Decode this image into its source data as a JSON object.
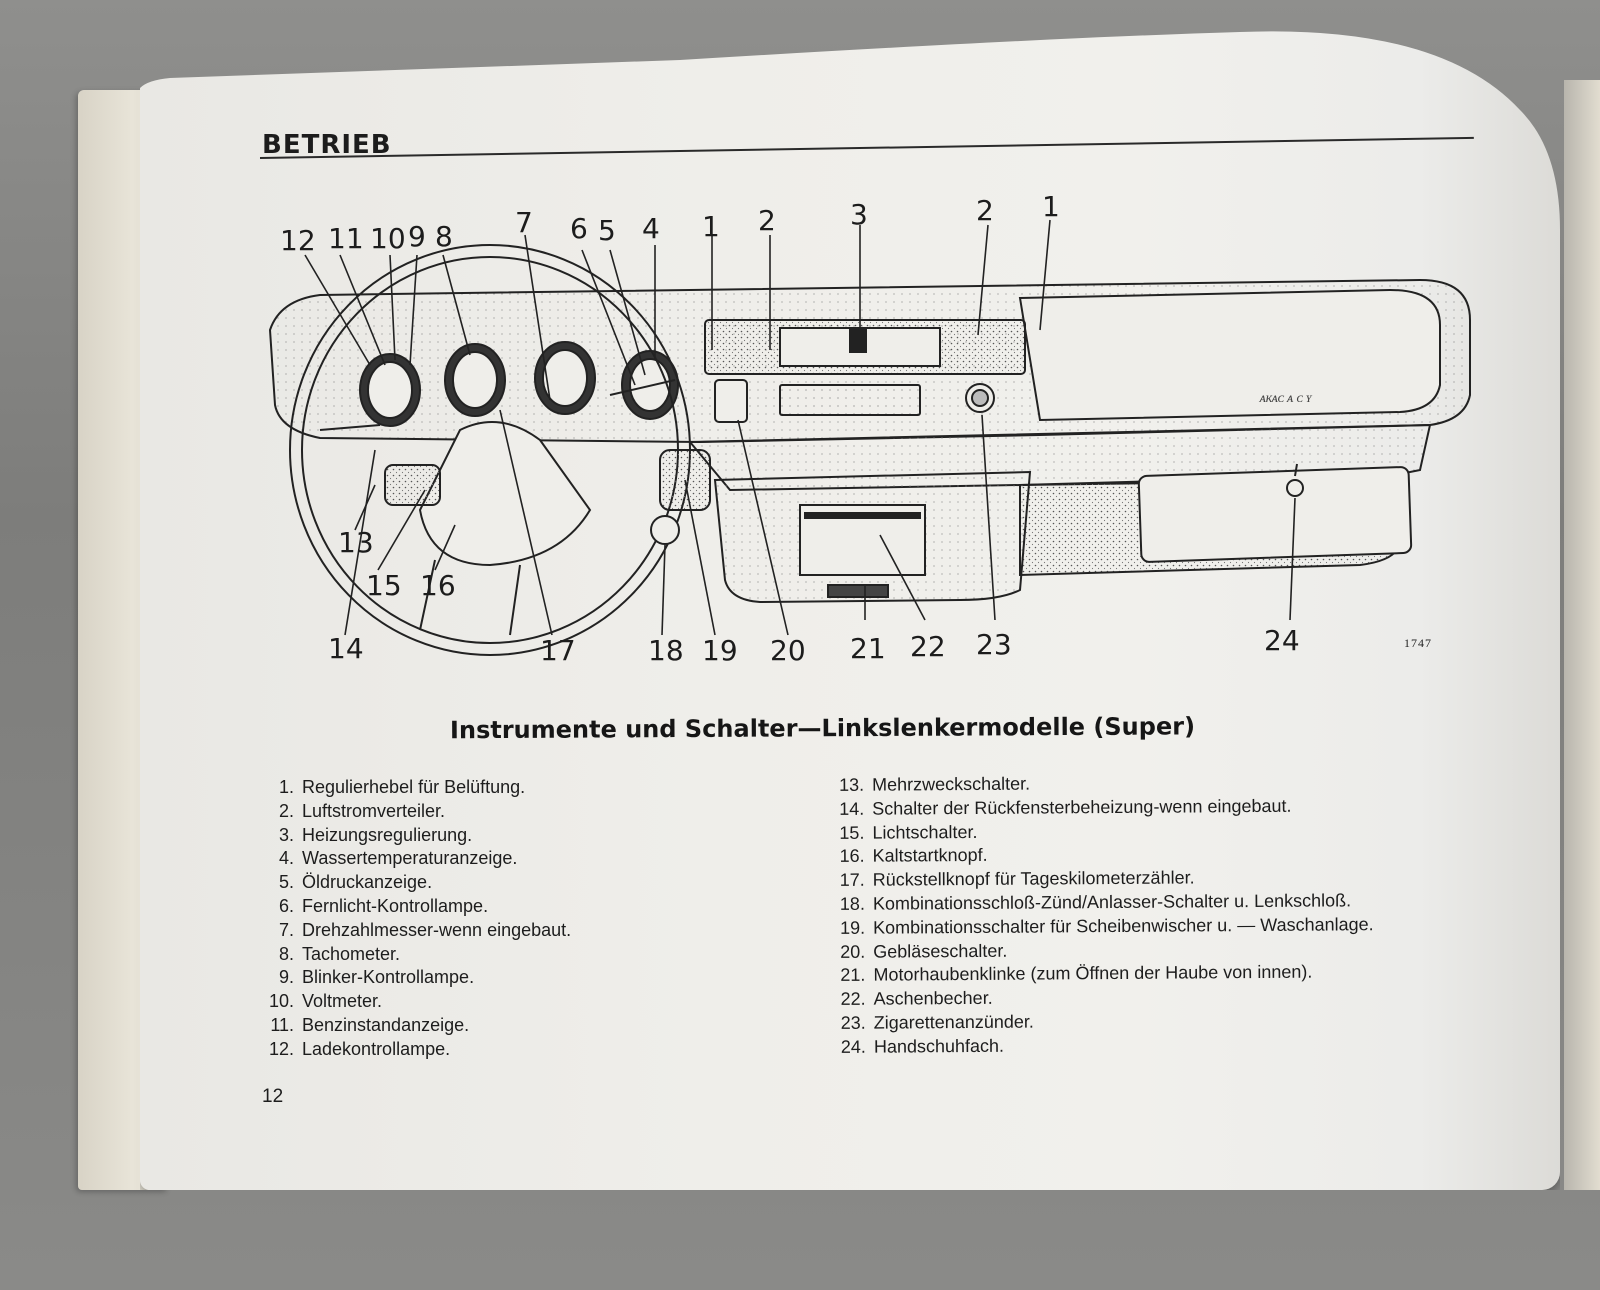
{
  "page": {
    "section_title": "BETRIEB",
    "page_number": "12"
  },
  "figure": {
    "callouts_top": [
      "12",
      "11",
      "10",
      "9",
      "8",
      "7",
      "6",
      "5",
      "4",
      "1",
      "2",
      "3",
      "2",
      "1"
    ],
    "callouts_bottom": [
      "13",
      "15",
      "16",
      "14",
      "17",
      "18",
      "19",
      "20",
      "21",
      "22",
      "23",
      "24"
    ],
    "figure_code": "1747",
    "caption": "Instrumente und Schalter—Linkslenkermodelle (Super)"
  },
  "legend": {
    "left": [
      {
        "num": "1.",
        "text": "Regulierhebel für Belüftung."
      },
      {
        "num": "2.",
        "text": "Luftstromverteiler."
      },
      {
        "num": "3.",
        "text": "Heizungsregulierung."
      },
      {
        "num": "4.",
        "text": "Wassertemperaturanzeige."
      },
      {
        "num": "5.",
        "text": "Öldruckanzeige."
      },
      {
        "num": "6.",
        "text": "Fernlicht-Kontrollampe."
      },
      {
        "num": "7.",
        "text": "Drehzahlmesser-wenn eingebaut."
      },
      {
        "num": "8.",
        "text": "Tachometer."
      },
      {
        "num": "9.",
        "text": "Blinker-Kontrollampe."
      },
      {
        "num": "10.",
        "text": "Voltmeter."
      },
      {
        "num": "11.",
        "text": "Benzinstandanzeige."
      },
      {
        "num": "12.",
        "text": "Ladekontrollampe."
      }
    ],
    "right": [
      {
        "num": "13.",
        "text": "Mehrzweckschalter."
      },
      {
        "num": "14.",
        "text": "Schalter der Rückfensterbeheizung-wenn eingebaut."
      },
      {
        "num": "15.",
        "text": "Lichtschalter."
      },
      {
        "num": "16.",
        "text": "Kaltstartknopf."
      },
      {
        "num": "17.",
        "text": "Rückstellknopf für Tageskilometerzähler."
      },
      {
        "num": "18.",
        "text": "Kombinationsschloß-Zünd/Anlasser-Schalter u. Lenkschloß."
      },
      {
        "num": "19.",
        "text": "Kombinationsschalter für Scheibenwischer u. — Waschanlage."
      },
      {
        "num": "20.",
        "text": "Gebläseschalter."
      },
      {
        "num": "21.",
        "text": "Motorhaubenklinke (zum Öffnen der Haube von innen)."
      },
      {
        "num": "22.",
        "text": "Aschenbecher."
      },
      {
        "num": "23.",
        "text": "Zigarettenanzünder."
      },
      {
        "num": "24.",
        "text": "Handschuhfach."
      }
    ]
  },
  "colors": {
    "paper": "#efeeea",
    "ink": "#1c1c1c",
    "background": "#858583"
  }
}
